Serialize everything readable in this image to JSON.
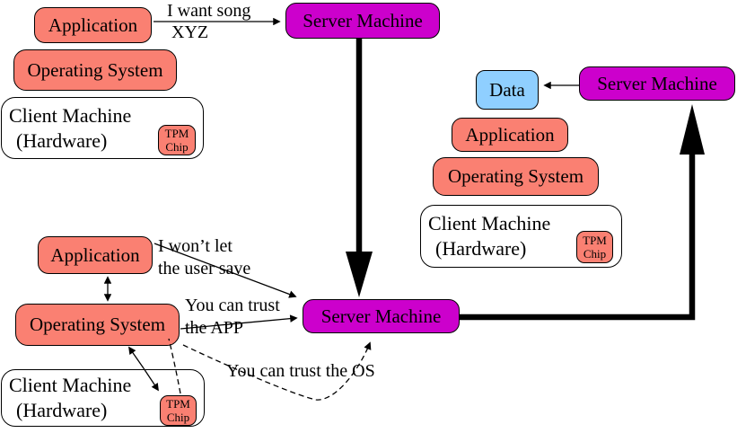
{
  "colors": {
    "salmon": "#FA8072",
    "magenta": "#CC00CC",
    "light_blue": "#8FCFFF",
    "white": "#FFFFFF",
    "line": "#000000"
  },
  "groups": {
    "top_left": {
      "application": "Application",
      "operating_system": "Operating System",
      "machine_line1": "Client Machine",
      "machine_line2": "(Hardware)",
      "tpm_line1": "TPM",
      "tpm_line2": "Chip"
    },
    "bottom_left": {
      "application": "Application",
      "operating_system": "Operating System",
      "machine_line1": "Client Machine",
      "machine_line2": "(Hardware)",
      "tpm_line1": "TPM",
      "tpm_line2": "Chip"
    },
    "right": {
      "application": "Application",
      "operating_system": "Operating System",
      "machine_line1": "Client Machine",
      "machine_line2": "(Hardware)",
      "tpm_line1": "TPM",
      "tpm_line2": "Chip"
    }
  },
  "servers": {
    "top": "Server Machine",
    "center": "Server Machine",
    "right": "Server Machine"
  },
  "data_node": {
    "label": "Data"
  },
  "messages": {
    "request_line1": "I want song",
    "request_line2": "XYZ",
    "refuse_line1": "I won’t let",
    "refuse_line2": "the user save",
    "trust_app_line1": "You can trust",
    "trust_app_line2": "the APP",
    "trust_os": "You can trust the OS"
  }
}
